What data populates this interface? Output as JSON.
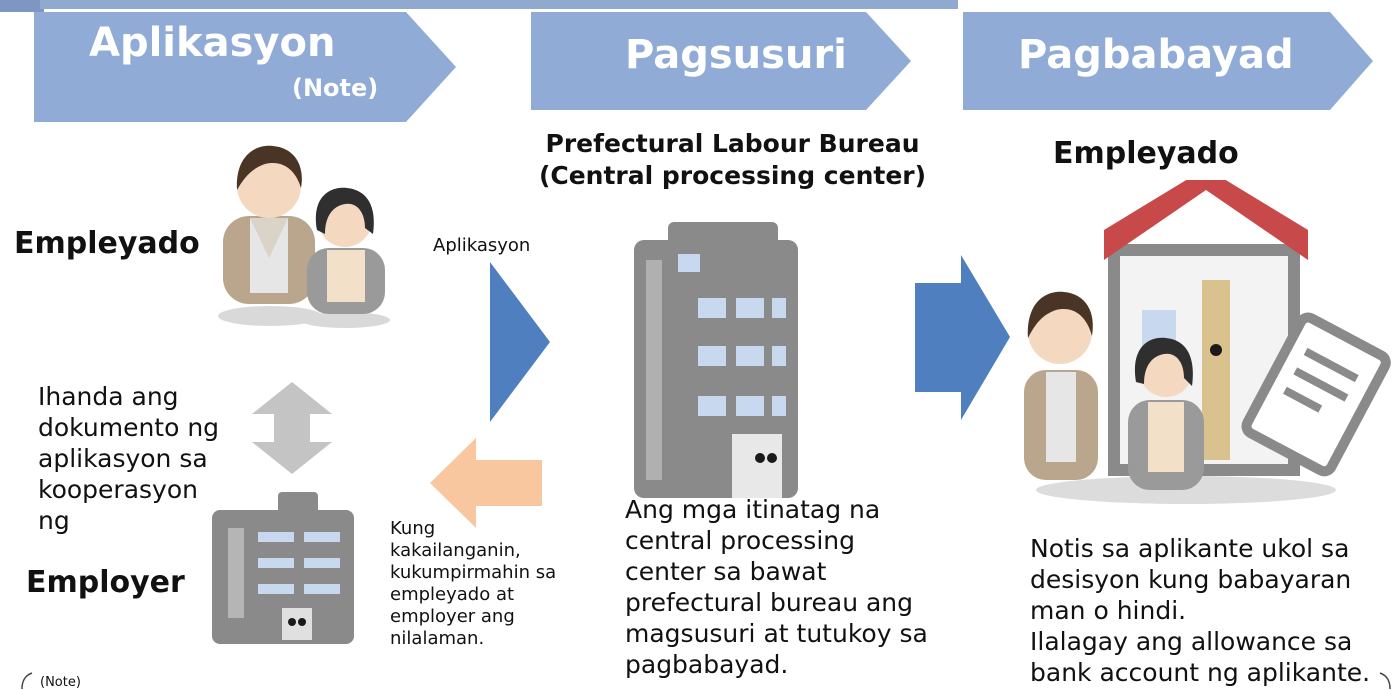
{
  "steps": [
    {
      "label": "Aplikasyon",
      "note": "(Note)"
    },
    {
      "label": "Pagsusuri"
    },
    {
      "label": "Pagbabayad"
    }
  ],
  "left": {
    "employee_label": "Empleyado",
    "prepare_text": "Ihanda ang\ndokumento ng\naplikasyon sa\nkooperasyon\nng",
    "employer_label": "Employer"
  },
  "flow": {
    "apply_label": "Aplikasyon",
    "confirm_text": "Kung\nkakailanganin,\nkukumpirmahin sa\nempleyado at\nemployer ang\nnilalaman."
  },
  "center": {
    "bureau_title_line1": "Prefectural Labour Bureau",
    "bureau_title_line2": "(Central processing center)",
    "description": "Ang mga itinatag na\ncentral processing\ncenter sa bawat\nprefectural bureau ang\nmagsusuri at tutukoy sa\npagbabayad."
  },
  "right": {
    "employee_label": "Empleyado",
    "description": "Notis sa aplikante ukol sa\ndesisyon kung babayaran\nman o hindi.\nIlalagay ang allowance sa\nbank account ng aplikante."
  },
  "footer": {
    "note_label": "(Note)"
  },
  "colors": {
    "step_fill": "#8fabd6",
    "arrow_blue": "#4f7fbf",
    "arrow_orange": "#f8c7a0",
    "arrow_gray": "#c4c4c4",
    "building_gray": "#8a8a8a",
    "window_blue": "#c8d8ee",
    "roof_red": "#c8494a"
  },
  "icons": [
    "people-icon",
    "employer-building-icon",
    "bureau-building-icon",
    "house-icon",
    "document-icon"
  ]
}
